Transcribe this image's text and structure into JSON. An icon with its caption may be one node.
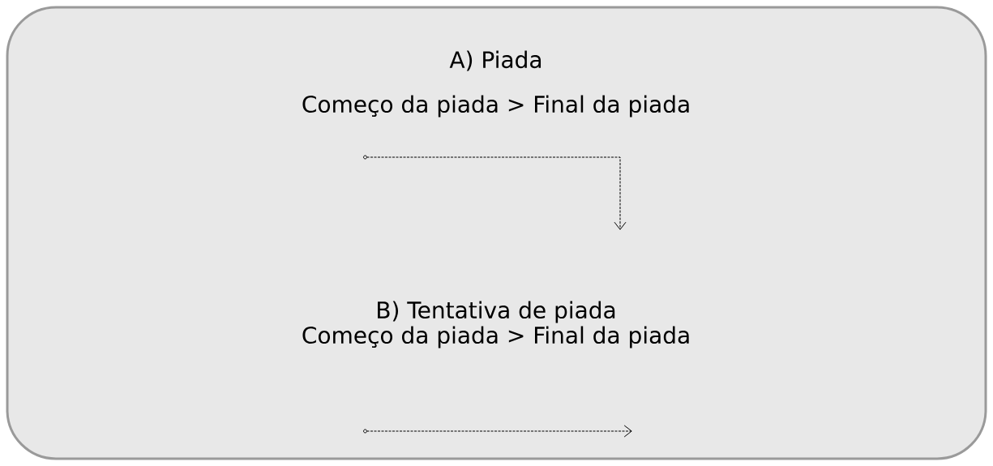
{
  "diagram": {
    "nodes": [
      {
        "text": [
          "A) Piada",
          "Começo da piada > Final da piada",
          "B) Tentativa de piada",
          "Começo da piada > Final da piada"
        ]
      }
    ]
  }
}
